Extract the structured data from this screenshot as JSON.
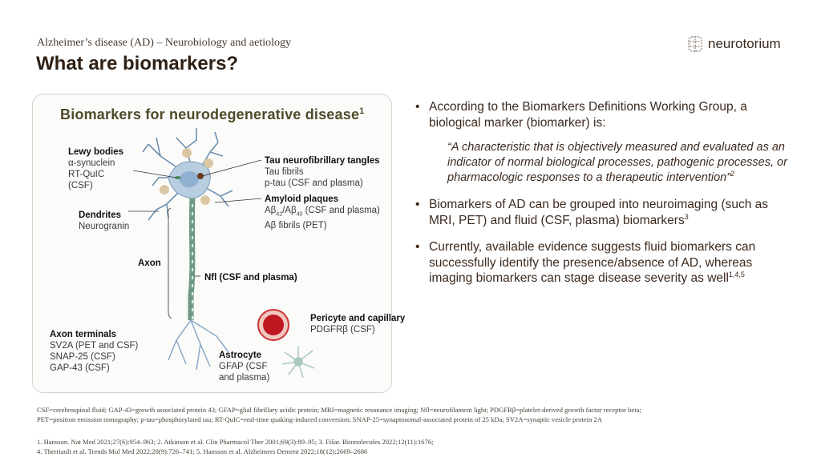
{
  "header": {
    "subtitle": "Alzheimer’s disease (AD) – Neurobiology and aetiology",
    "title": "What are biomarkers?",
    "logo_text": "neurotorium"
  },
  "panel": {
    "title": "Biomarkers for neurodegenerative disease",
    "title_ref": "1",
    "labels": {
      "lewy": {
        "head": "Lewy bodies",
        "l1": "α-synuclein",
        "l2": "RT-QuIC",
        "l3": "(CSF)"
      },
      "tau": {
        "head": "Tau neurofibrillary tangles",
        "l1": "Tau fibrils",
        "l2": "p-tau (CSF and plasma)"
      },
      "amyloid": {
        "head": "Amyloid plaques",
        "l1a": "Aβ",
        "l1b": "42",
        "l1c": "/Aβ",
        "l1d": "40",
        "l1e": " (CSF and plasma)",
        "l2": "Aβ fibrils (PET)"
      },
      "dendrites": {
        "head": "Dendrites",
        "l1": "Neurogranin"
      },
      "axon": {
        "head": "Axon"
      },
      "nfl": {
        "head": "Nfl (CSF and plasma)"
      },
      "pericyte": {
        "head": "Pericyte and capillary",
        "l1": "PDGFRβ (CSF)"
      },
      "terminals": {
        "head": "Axon terminals",
        "l1": "SV2A (PET and CSF)",
        "l2": "SNAP-25 (CSF)",
        "l3": "GAP-43 (CSF)"
      },
      "astrocyte": {
        "head": "Astrocyte",
        "l1": "GFAP (CSF",
        "l2": "and plasma)"
      }
    }
  },
  "bullets": [
    {
      "text": "According to the Biomarkers Definitions Working Group, a biological marker (biomarker) is:"
    },
    {
      "quote": "“A characteristic that is objectively measured and evaluated as an indicator of normal biological processes, pathogenic processes, or pharmacologic responses to a therapeutic intervention”",
      "ref": "2"
    },
    {
      "text": "Biomarkers of AD can be grouped into neuroimaging (such as MRI, PET) and fluid (CSF, plasma) biomarkers",
      "ref": "3"
    },
    {
      "text": "Currently, available evidence suggests fluid biomarkers can successfully identify the presence/absence of AD, whereas imaging biomarkers can stage disease severity as well",
      "ref": "1,4,5"
    }
  ],
  "footer": {
    "abbr1": "CSF=cerebrospinal fluid; GAP-43=growth associated protein 43; GFAP=glial fibrillary acidic protein; MRI=magnetic resonance imaging;  Nfl=neurofilament light; PDGFRβ=platelet-derived growth factor receptor beta;",
    "abbr2": "PET=positron emission tomography; p-tau=phosphorylated tau; RT-QuIC=real-time quaking-induced  conversion; SNAP-25=synaptosomal-associated protein of 25 kDa; SV2A=synaptic vesicle protein 2A",
    "ref1": "1. Hansson. Nat Med 2021;27(6):954–963; 2. Atkinson et al. Clin Pharmacol Ther 2001;69(3):89–95; 3. Fišar. Biomolecules 2022;12(11):1676;",
    "ref2": "4. Therriault et al. Trends Mol Med 2022;28(9):726–741; 5. Hansson et al. Alzheimers Dement 2022;18(12):2669–2686"
  },
  "colors": {
    "text": "#3c2a1e",
    "panel_title": "#4f4a2a",
    "neuron": "#b9cde0",
    "axon": "#6e9a84",
    "pericyte": "#d0282c"
  }
}
